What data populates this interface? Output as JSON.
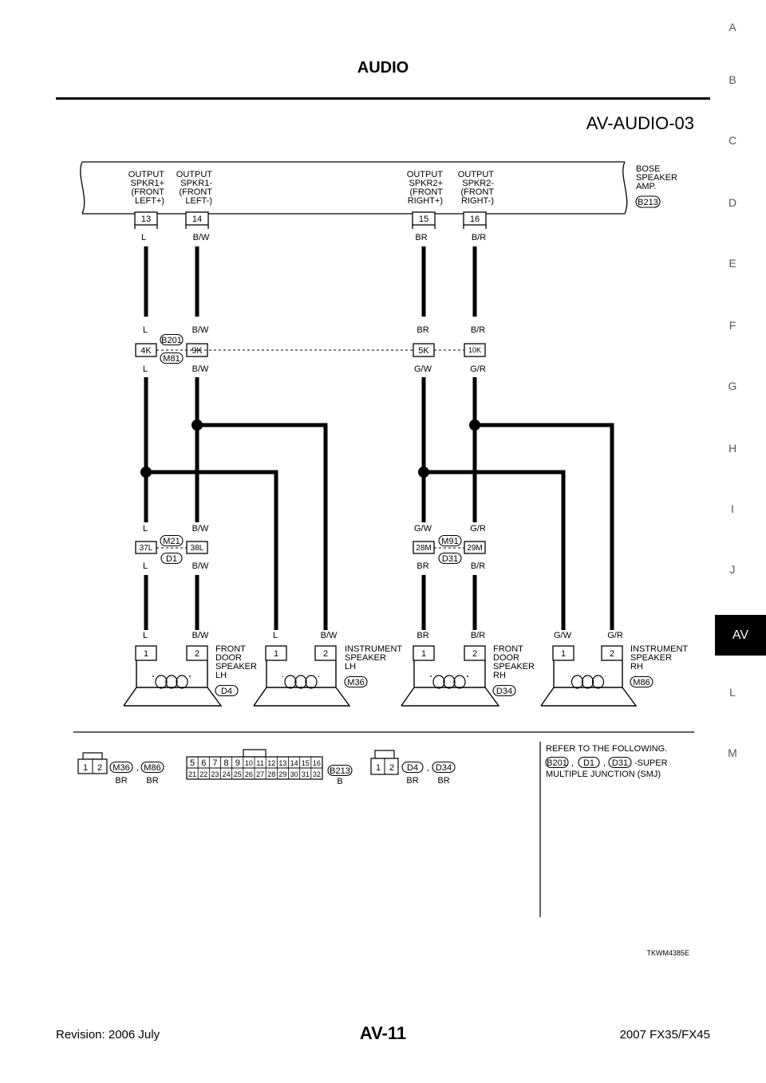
{
  "header": {
    "title": "AUDIO",
    "diagram_id": "AV-AUDIO-03"
  },
  "side_index": {
    "letters": [
      "A",
      "B",
      "C",
      "D",
      "E",
      "F",
      "G",
      "H",
      "I",
      "J",
      "AV",
      "L",
      "M"
    ],
    "active": "AV"
  },
  "amp": {
    "name_lines": [
      "BOSE",
      "SPEAKER",
      "AMP."
    ],
    "connector": "B213",
    "outputs": [
      {
        "pin": "13",
        "lines": [
          "OUTPUT",
          "SPKR1+",
          "(FRONT",
          "LEFT+)"
        ],
        "wire": "L"
      },
      {
        "pin": "14",
        "lines": [
          "OUTPUT",
          "SPKR1-",
          "(FRONT",
          "LEFT-)"
        ],
        "wire": "B/W"
      },
      {
        "pin": "15",
        "lines": [
          "OUTPUT",
          "SPKR2+",
          "(FRONT",
          "RIGHT+)"
        ],
        "wire": "BR"
      },
      {
        "pin": "16",
        "lines": [
          "OUTPUT",
          "SPKR2-",
          "(FRONT",
          "RIGHT-)"
        ],
        "wire": "B/R"
      }
    ]
  },
  "joint1": {
    "upper_connector": "B201",
    "lower_connector": "M81",
    "pins": [
      "4K",
      "9K",
      "5K",
      "10K"
    ],
    "wires_above": [
      "L",
      "B/W",
      "BR",
      "B/R"
    ],
    "wires_below": [
      "L",
      "B/W",
      "G/W",
      "G/R"
    ]
  },
  "joint2_left": {
    "upper_connector": "M21",
    "lower_connector": "D1",
    "pins": [
      "37L",
      "38L"
    ],
    "wires_above": [
      "L",
      "B/W"
    ],
    "wires_below": [
      "L",
      "B/W"
    ]
  },
  "joint2_right": {
    "upper_connector": "M91",
    "lower_connector": "D31",
    "pins": [
      "28M",
      "29M"
    ],
    "wires_above": [
      "G/W",
      "G/R"
    ],
    "wires_below": [
      "BR",
      "B/R"
    ]
  },
  "speakers": [
    {
      "name_lines": [
        "FRONT",
        "DOOR",
        "SPEAKER",
        "LH"
      ],
      "connector": "D4",
      "pins": [
        "1",
        "2"
      ],
      "wires": [
        "L",
        "B/W"
      ]
    },
    {
      "name_lines": [
        "INSTRUMENT",
        "SPEAKER",
        "LH"
      ],
      "connector": "M36",
      "pins": [
        "1",
        "2"
      ],
      "wires": [
        "L",
        "B/W"
      ]
    },
    {
      "name_lines": [
        "FRONT",
        "DOOR",
        "SPEAKER",
        "RH"
      ],
      "connector": "D34",
      "pins": [
        "1",
        "2"
      ],
      "wires": [
        "BR",
        "B/R"
      ]
    },
    {
      "name_lines": [
        "INSTRUMENT",
        "SPEAKER",
        "RH"
      ],
      "connector": "M86",
      "pins": [
        "1",
        "2"
      ],
      "wires": [
        "G/W",
        "G/R"
      ]
    }
  ],
  "connector_views": {
    "c1": {
      "pins": [
        "1",
        "2"
      ],
      "names": [
        "M36",
        "M86"
      ],
      "sep": ",",
      "colors": [
        "BR",
        "BR"
      ]
    },
    "c2": {
      "pins_top": [
        "5",
        "6",
        "7",
        "8",
        "9",
        "10",
        "11",
        "12",
        "13",
        "14",
        "15",
        "16"
      ],
      "pins_bottom": [
        "21",
        "22",
        "23",
        "24",
        "25",
        "26",
        "27",
        "28",
        "29",
        "30",
        "31",
        "32"
      ],
      "name": "B213",
      "color": "B"
    },
    "c3": {
      "pins": [
        "1",
        "2"
      ],
      "names": [
        "D4",
        "D34"
      ],
      "sep": ",",
      "colors": [
        "BR",
        "BR"
      ]
    }
  },
  "reference": {
    "heading": "REFER TO THE FOLLOWING.",
    "connectors": [
      "B201",
      "D1",
      "D31"
    ],
    "sep": ",",
    "tail": "-SUPER",
    "line2": "MULTIPLE JUNCTION (SMJ)"
  },
  "footer": {
    "code": "TKWM4385E",
    "page": "AV-11",
    "revision": "Revision: 2006 July",
    "model": "2007 FX35/FX45"
  }
}
